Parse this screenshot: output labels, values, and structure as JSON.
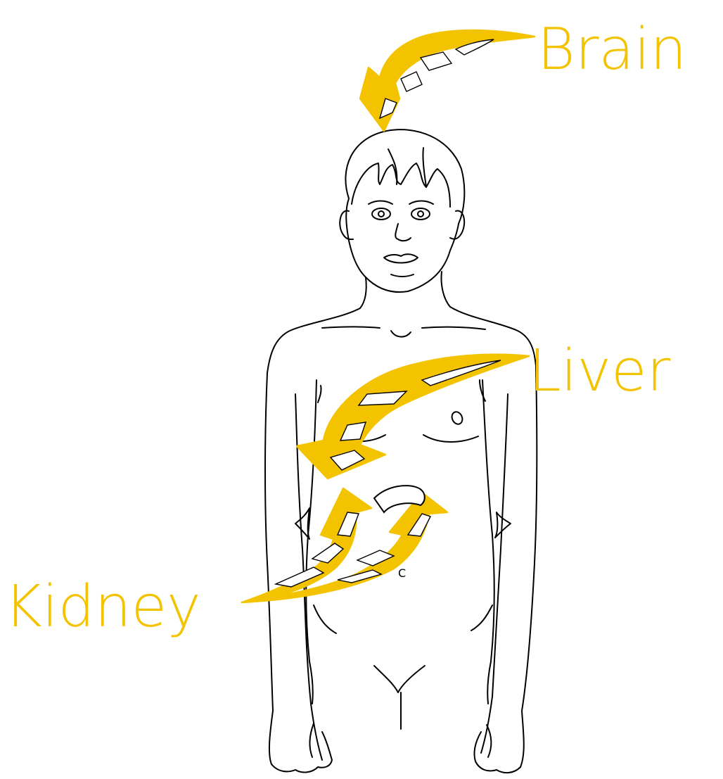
{
  "labels": {
    "brain": "Brain",
    "liver": "Liver",
    "kidney": "Kidney",
    "small_mark": "C"
  },
  "colors": {
    "accent": "#F4C300",
    "line": "#000000",
    "background": "#FFFFFF"
  },
  "icons": {
    "brain_arrow": "curved-arrow-down-icon",
    "liver_arrow": "curved-arrow-down-icon",
    "kidney_arrows": "curved-arrow-up-icon"
  }
}
